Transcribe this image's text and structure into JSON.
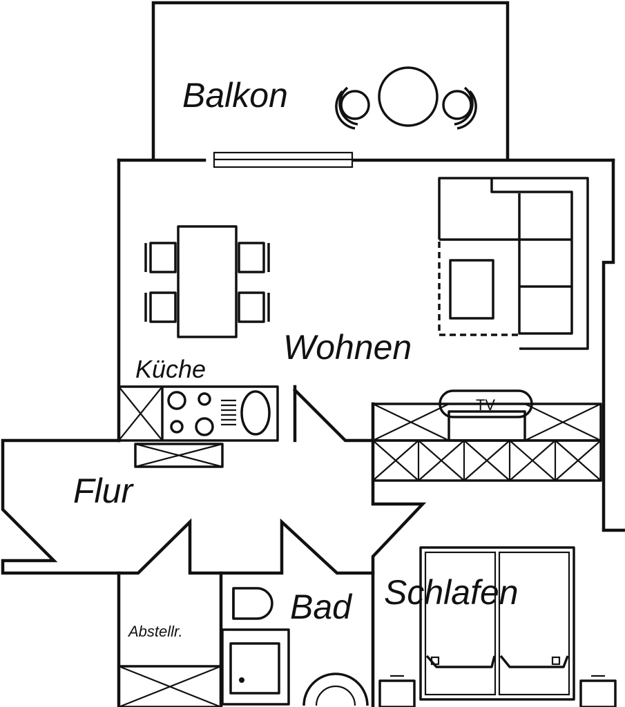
{
  "rooms": {
    "balkon": "Balkon",
    "wohnen": "Wohnen",
    "kueche": "Küche",
    "flur": "Flur",
    "bad": "Bad",
    "schlafen": "Schlafen",
    "abstellraum": "Abstellr."
  },
  "fixtures": {
    "tv": "TV"
  },
  "colors": {
    "line": "#111111",
    "background": "#ffffff"
  }
}
